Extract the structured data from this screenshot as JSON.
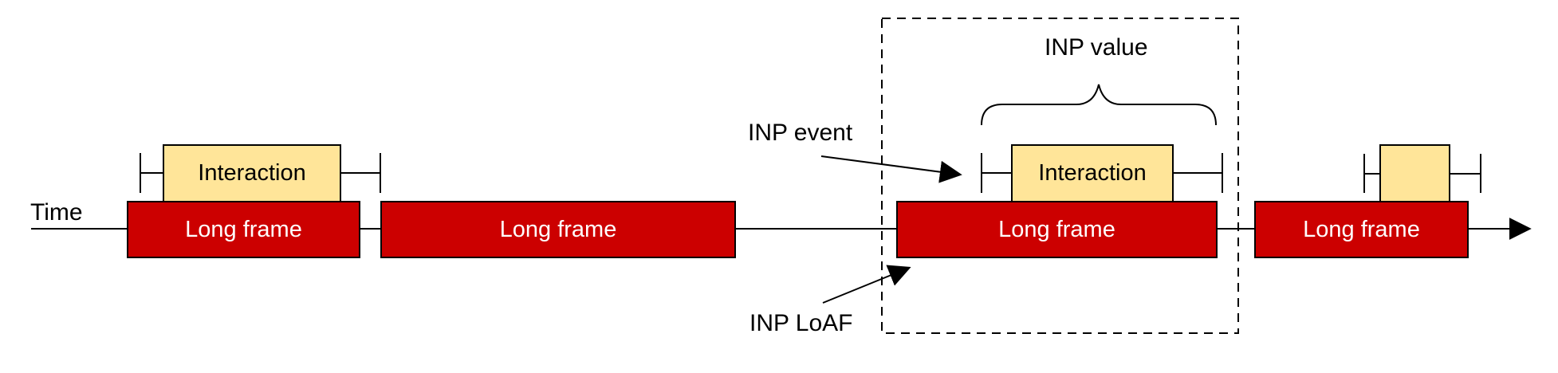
{
  "diagram": {
    "time_axis_label": "Time",
    "long_frames": [
      {
        "label": "Long frame"
      },
      {
        "label": "Long frame"
      },
      {
        "label": "Long frame"
      },
      {
        "label": "Long frame"
      }
    ],
    "interactions": [
      {
        "label": "Interaction"
      },
      {
        "label": "Interaction"
      },
      {
        "label": ""
      }
    ],
    "annotations": {
      "inp_event": "INP event",
      "inp_value": "INP value",
      "inp_loaf": "INP LoAF"
    },
    "colors": {
      "long_frame_fill": "#CC0000",
      "long_frame_text": "#FFFFFF",
      "interaction_fill": "#FFE599",
      "outline": "#000000",
      "background": "#FFFFFF"
    }
  }
}
